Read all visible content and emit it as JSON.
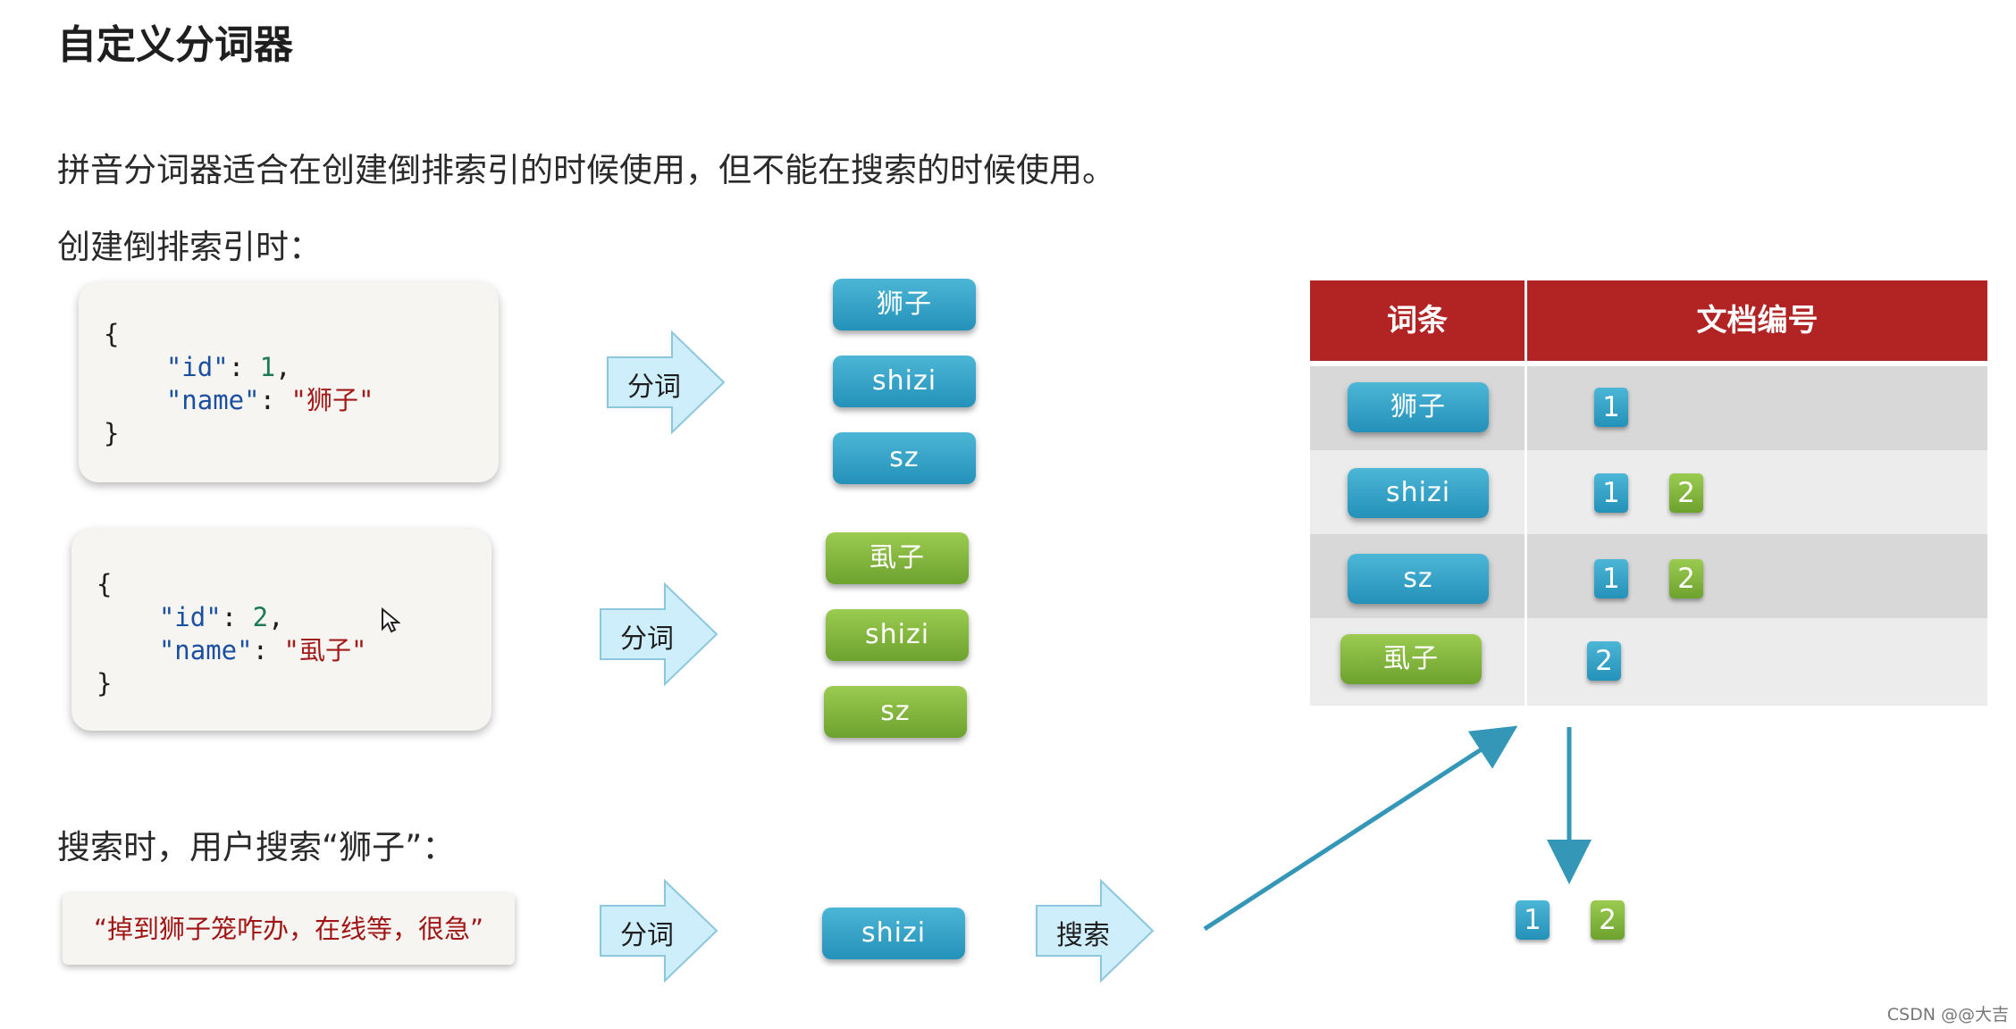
{
  "title": "自定义分词器",
  "intro": "拼音分词器适合在创建倒排索引的时候使用，但不能在搜索的时候使用。",
  "index_label": "创建倒排索引时：",
  "search_label": "搜索时，用户搜索“狮子”：",
  "doc1": {
    "open": "{",
    "id_key": "\"id\"",
    "id_val": "1",
    "name_key": "\"name\"",
    "name_val": "\"狮子\"",
    "close": "}"
  },
  "doc2": {
    "open": "{",
    "id_key": "\"id\"",
    "id_val": "2",
    "name_key": "\"name\"",
    "name_val": "\"虱子\"",
    "close": "}"
  },
  "arrows": {
    "tokenize": "分词",
    "search": "搜索"
  },
  "doc1_tokens": [
    "狮子",
    "shizi",
    "sz"
  ],
  "doc2_tokens": [
    "虱子",
    "shizi",
    "sz"
  ],
  "query": {
    "text": "“掉到狮子笼咋办，在线等，很急”",
    "token": "shizi"
  },
  "table": {
    "headers": [
      "词条",
      "文档编号"
    ],
    "rows": [
      {
        "term": "狮子",
        "term_color": "blue",
        "docs": [
          "1"
        ]
      },
      {
        "term": "shizi",
        "term_color": "blue",
        "docs": [
          "1",
          "2"
        ]
      },
      {
        "term": "sz",
        "term_color": "blue",
        "docs": [
          "1",
          "2"
        ]
      },
      {
        "term": "虱子",
        "term_color": "green",
        "docs": [
          "2"
        ]
      }
    ]
  },
  "result_docs": [
    "1",
    "2"
  ],
  "watermark": "CSDN @@大吉",
  "colors": {
    "blue": "#2e9ec6",
    "green": "#7fb23a",
    "header": "#b22424",
    "arrow_fill": "#cfeefb",
    "line": "#3597b8"
  }
}
